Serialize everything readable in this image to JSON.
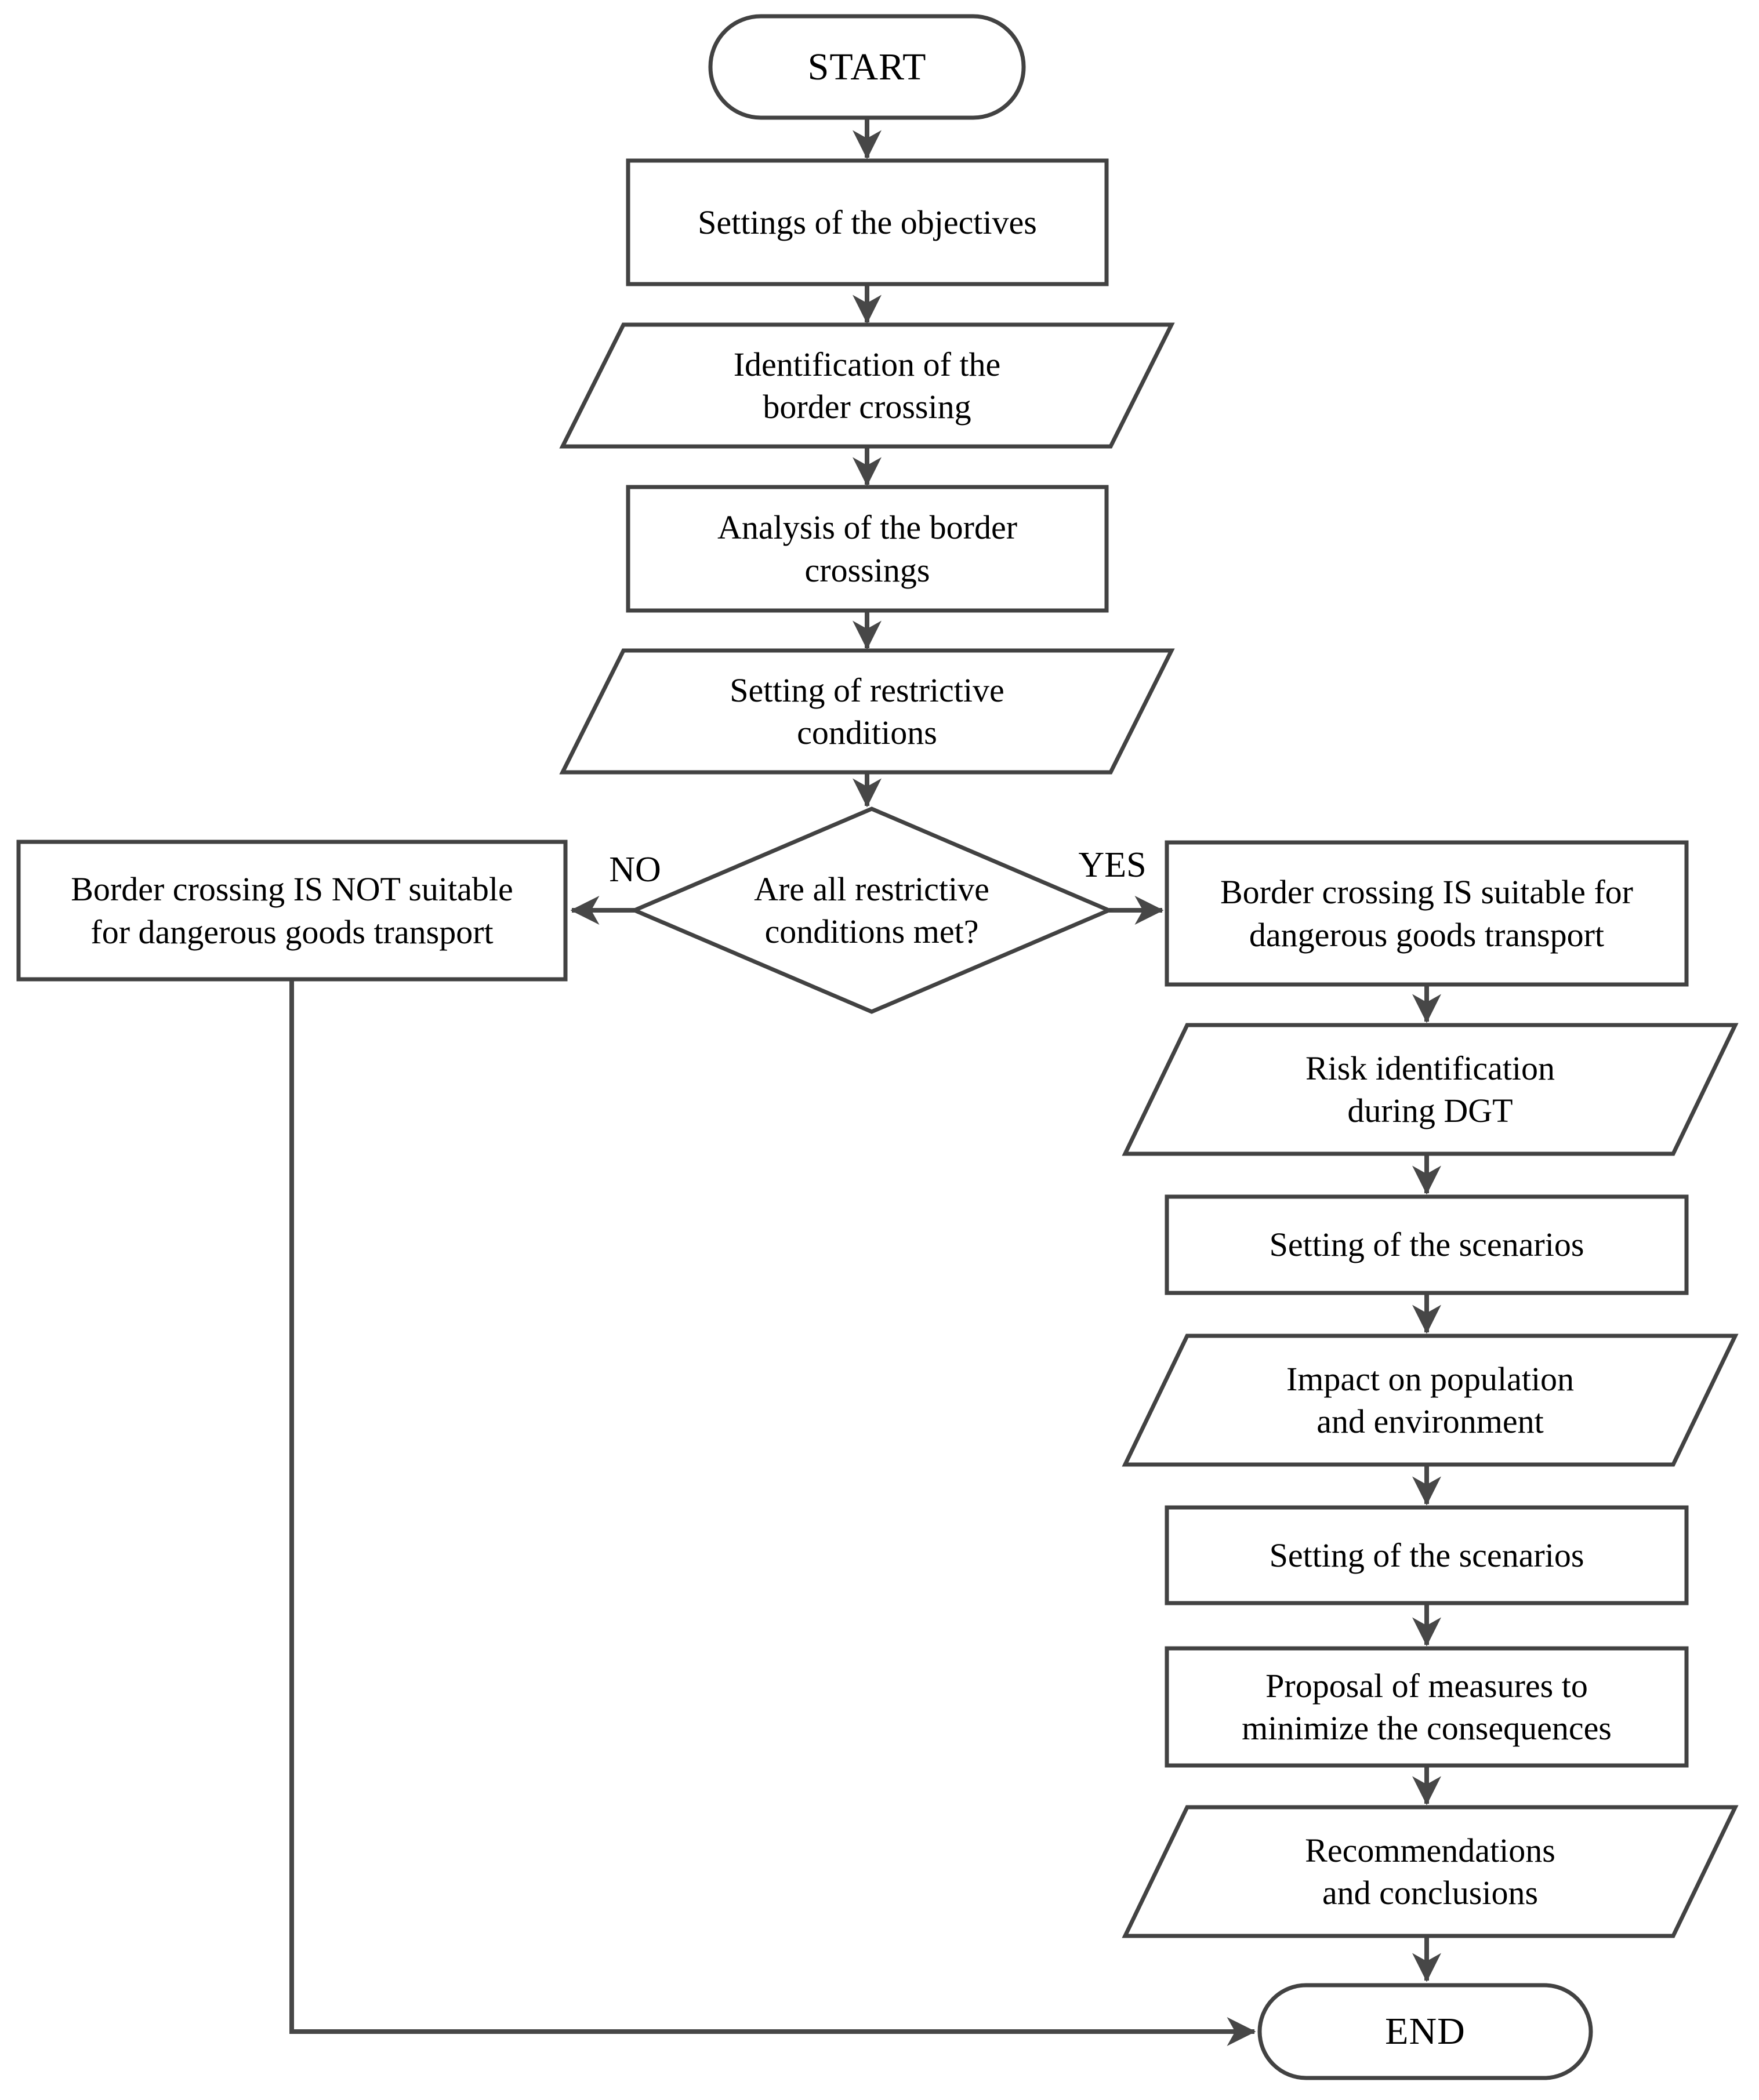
{
  "figure": {
    "type": "flowchart",
    "description": "Process flowchart for assessing border crossing suitability for dangerous goods transport"
  },
  "nodes": {
    "start": {
      "shape": "terminator",
      "label": "START"
    },
    "objectives": {
      "shape": "process",
      "label": "Settings of the objectives"
    },
    "identification": {
      "shape": "input-output",
      "label": "Identification of the\nborder crossing"
    },
    "analysis": {
      "shape": "process",
      "label": "Analysis of the border\ncrossings"
    },
    "restrictive": {
      "shape": "input-output",
      "label": "Setting of restrictive\nconditions"
    },
    "decision": {
      "shape": "decision",
      "label": "Are all restrictive\nconditions met?"
    },
    "not_suitable": {
      "shape": "process",
      "label": "Border crossing IS NOT suitable\nfor dangerous goods transport"
    },
    "suitable": {
      "shape": "process",
      "label": "Border crossing IS suitable for\ndangerous goods transport"
    },
    "risk": {
      "shape": "input-output",
      "label": "Risk identification\nduring DGT"
    },
    "scenarios1": {
      "shape": "process",
      "label": "Setting of the scenarios"
    },
    "impact": {
      "shape": "input-output",
      "label": "Impact on population\nand environment"
    },
    "scenarios2": {
      "shape": "process",
      "label": "Setting of the scenarios"
    },
    "proposal": {
      "shape": "process",
      "label": "Proposal of measures to\nminimize the consequences"
    },
    "recommendations": {
      "shape": "input-output",
      "label": "Recommendations\nand conclusions"
    },
    "end": {
      "shape": "terminator",
      "label": "END"
    }
  },
  "edges": {
    "no_label": "NO",
    "yes_label": "YES"
  },
  "colors": {
    "line": "#474747",
    "border": "#424242",
    "text": "#000000",
    "background": "#ffffff"
  }
}
